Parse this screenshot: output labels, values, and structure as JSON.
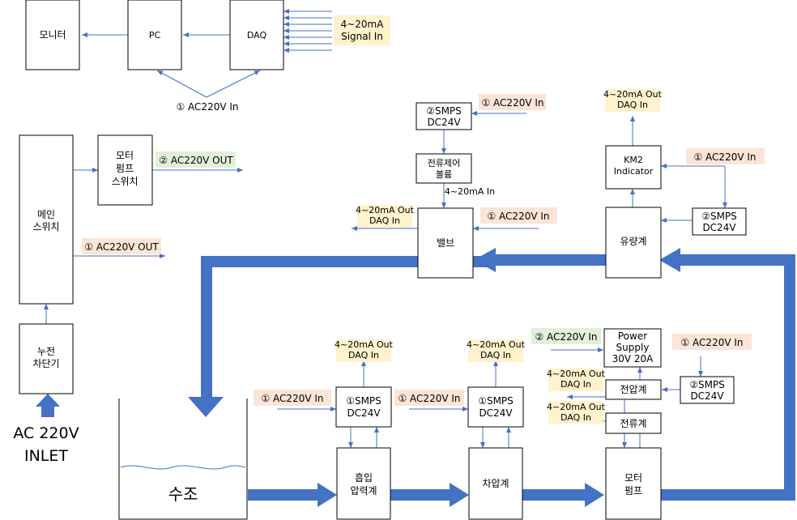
{
  "colors": {
    "box_stroke": "#000000",
    "arrow": "#4472C4",
    "thick_flow": "#4472C4",
    "label_orange": "#FBE5D6",
    "label_green": "#E2F0D9",
    "label_yellow": "#FFF2CC",
    "tank_wave": "#4472C4"
  },
  "boxes": {
    "monitor": "모니터",
    "pc": "PC",
    "daq": "DAQ",
    "main_switch": [
      "메인",
      "스위치"
    ],
    "motor_pump_switch": [
      "모터",
      "펌프",
      "스위치"
    ],
    "breaker": [
      "누전",
      "차단기"
    ],
    "smps2_top": [
      "②SMPS",
      "DC24V"
    ],
    "flow_ctrl_vol": [
      "전류제어",
      "볼륨"
    ],
    "valve": "밸브",
    "km2": [
      "KM2",
      "Indicator"
    ],
    "smps2_right": [
      "②SMPS",
      "DC24V"
    ],
    "flowmeter": "유량계",
    "smps1_a": [
      "①SMPS",
      "DC24V"
    ],
    "smps1_b": [
      "①SMPS",
      "DC24V"
    ],
    "power_supply": [
      "Power",
      "Supply",
      "30V 20A"
    ],
    "voltmeter": "전압계",
    "ammeter": "전류계",
    "smps2_low": [
      "②SMPS",
      "DC24V"
    ],
    "suction_gauge": [
      "흡입",
      "압력계"
    ],
    "diff_gauge": "차압계",
    "motor_pump": [
      "모터",
      "펌프"
    ],
    "tank": "수조"
  },
  "labels": {
    "signal_in": [
      "4~20mA",
      "Signal In"
    ],
    "ac220_in_pc": "① AC220V In",
    "ac220_out_2": "② AC220V OUT",
    "ac220_out_1": "① AC220V OUT",
    "ac220_in_smps_top": "① AC220V In",
    "four20_in_valve": "4~20mA In",
    "daq_out_valve": [
      "4~20mA Out",
      "DAQ In"
    ],
    "ac220_in_valve": "① AC220V In",
    "daq_out_km2": [
      "4~20mA Out",
      "DAQ In"
    ],
    "ac220_in_km2": "① AC220V In",
    "daq_out_smps1a": [
      "4~20mA Out",
      "DAQ In"
    ],
    "ac220_in_smps1a": "① AC220V In",
    "daq_out_smps1b": [
      "4~20mA Out",
      "DAQ In"
    ],
    "ac220_in_smps1b": "① AC220V In",
    "ac220_in_ps_green": "② AC220V In",
    "ac220_in_smps2low": "① AC220V In",
    "daq_out_volt": [
      "4~20mA Out",
      "DAQ In"
    ],
    "daq_out_amp": [
      "4~20mA Out",
      "DAQ In"
    ],
    "ac_inlet": [
      "AC 220V",
      "INLET"
    ]
  }
}
